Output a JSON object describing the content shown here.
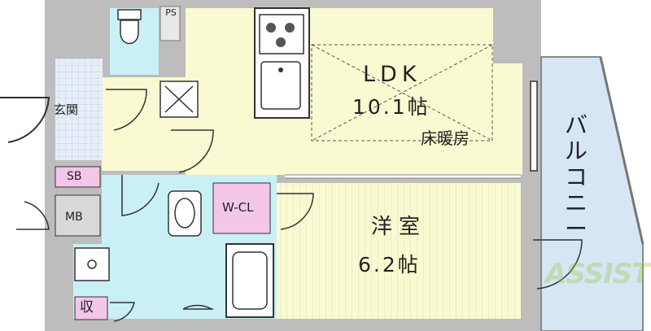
{
  "rooms": {
    "ldk": {
      "label": "LDK",
      "size": "10.1帖",
      "note": "床暖房"
    },
    "western": {
      "label": "洋室",
      "size": "6.2帖"
    },
    "entrance": "玄関",
    "shoe_box": "SB",
    "meter_box": "MB",
    "walk_in_closet": "W-CL",
    "storage": "収",
    "pipe_space": "PS",
    "balcony": "バルコニー"
  },
  "watermark": "ASSIST",
  "colors": {
    "ldk": "#fafad2",
    "wet": "#c8f0f5",
    "closet": "#f3c6ea",
    "balcony": "#d6e6f5",
    "wall": "#bdbdbd",
    "grid": "#9fb7e0"
  }
}
